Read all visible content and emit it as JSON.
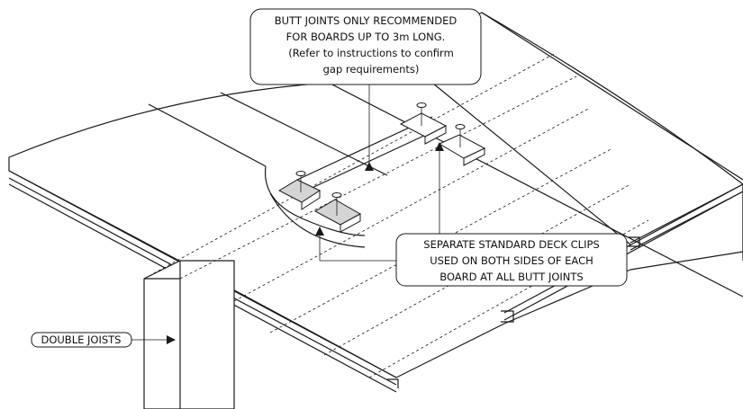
{
  "callouts": {
    "butt_joints": {
      "line1": "BUTT JOINTS ONLY RECOMMENDED",
      "line2": "FOR BOARDS UP TO 3m LONG.",
      "line3": "(Refer to instructions to confirm",
      "line4": "gap requirements)"
    },
    "deck_clips": {
      "line1": "SEPARATE STANDARD DECK CLIPS",
      "line2": "USED ON BOTH SIDES OF EACH",
      "line3": "BOARD AT ALL BUTT JOINTS"
    },
    "double_joists": {
      "label": "DOUBLE JOISTS"
    }
  }
}
